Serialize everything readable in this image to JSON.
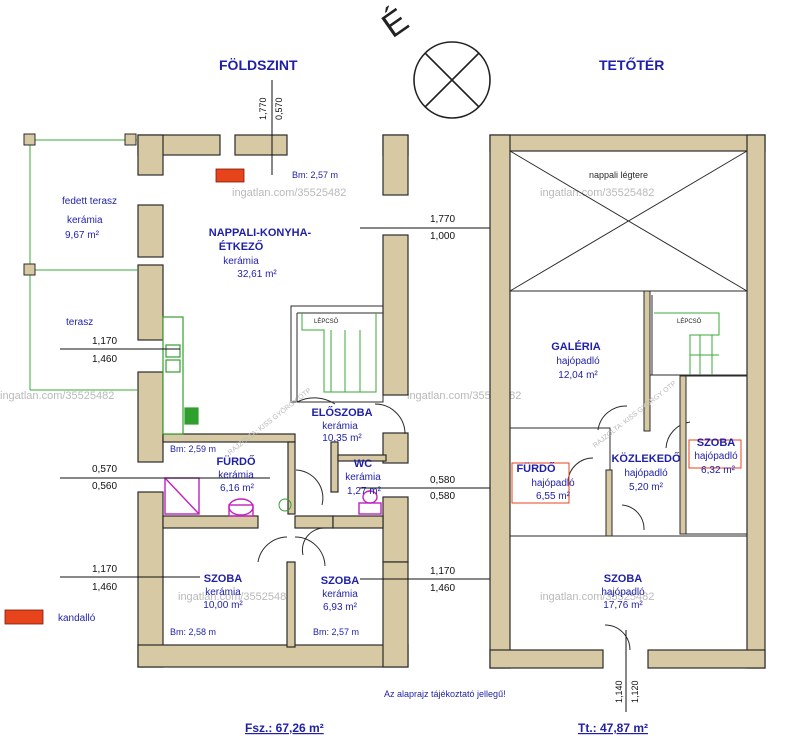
{
  "headers": {
    "ground_floor": "FÖLDSZINT",
    "attic": "TETŐTÉR",
    "partial_letter": "É"
  },
  "colors": {
    "wall": "#d6c9a3",
    "wall_outline": "#2b2b2b",
    "label_blue": "#1f1fa8",
    "fireplace": "#e8441c",
    "bath_fixture": "#c020c0",
    "kitchen": "#2fa02f",
    "terrace_line": "#3aaa3a"
  },
  "icons": {
    "compass": "compass-icon",
    "fireplace": "fireplace-icon"
  },
  "ground": {
    "rooms": {
      "living": {
        "name1": "NAPPALI-KONYHA-",
        "name2": "ÉTKEZŐ",
        "material": "kerámia",
        "area": "32,61 m²"
      },
      "hall": {
        "name": "ELŐSZOBA",
        "material": "kerámia",
        "area": "10,35 m²"
      },
      "bath": {
        "name": "FÜRDŐ",
        "material": "kerámia",
        "area": "6,16 m²"
      },
      "wc": {
        "name": "WC",
        "material": "kerámia",
        "area": "1,27 m²"
      },
      "room1": {
        "name": "SZOBA",
        "material": "kerámia",
        "area": "10,00 m²"
      },
      "room2": {
        "name": "SZOBA",
        "material": "kerámia",
        "area": "6,93 m²"
      },
      "covered_terrace": {
        "name": "fedett terasz",
        "material": "kerámia",
        "area": "9,67 m²"
      },
      "terrace": {
        "name": "terasz"
      }
    },
    "heights": {
      "living": "Bm: 2,57 m",
      "bath": "Bm: 2,59 m",
      "room1": "Bm: 2,58 m",
      "room2": "Bm: 2,57 m"
    },
    "stairs_label": "LÉPCSŐ",
    "dims": {
      "top_a": "1,770",
      "top_b": "0,570",
      "right_a": "1,770",
      "right_b": "1,000",
      "left_a": "1,170",
      "left_b": "1,460",
      "bath_a": "0,570",
      "bath_b": "0,560",
      "wc_a": "0,580",
      "wc_b": "0,580",
      "bl_a": "1,170",
      "bl_b": "1,460",
      "br_a": "1,170",
      "br_b": "1,460"
    },
    "legend_label": "kandalló",
    "total": "Fsz.: 67,26 m²",
    "watermark_stamp": "RAJZOLTA: KISS GYÖRGY OTP"
  },
  "attic": {
    "void_label": "nappali légtere",
    "rooms": {
      "gallery": {
        "name": "GALÉRIA",
        "material": "hajópadló",
        "area": "12,04 m²"
      },
      "bath": {
        "name": "FÜRDŐ",
        "material": "hajópadló",
        "area": "6,55 m²"
      },
      "corridor": {
        "name": "KÖZLEKEDŐ",
        "material": "hajópadló",
        "area": "5,20 m²"
      },
      "room_small": {
        "name": "SZOBA",
        "material": "hajópadló",
        "area": "6,32 m²"
      },
      "room_big": {
        "name": "SZOBA",
        "material": "hajópadló",
        "area": "17,76 m²"
      }
    },
    "stairs_label": "LÉPCSŐ",
    "dims": {
      "bottom_a": "1,140",
      "bottom_b": "1,120"
    },
    "total": "Tt.: 47,87 m²",
    "watermark_stamp": "RAJZOLTA: KISS GYÖRGY OTP"
  },
  "disclaimer": "Az alaprajz tájékoztató jellegű!",
  "watermarks": {
    "w1": "ingatlan.com/35525482",
    "w2": "ingatlan.com/35525482",
    "w3": "ingatlan.com/35525482",
    "w4": "ingatlan.com/35525482",
    "w5": "ingatlan.com/35525482",
    "w6": "ingatlan.com/35525482"
  }
}
